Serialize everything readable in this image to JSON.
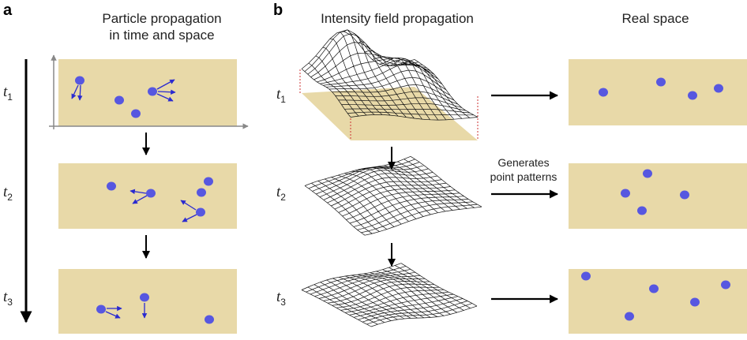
{
  "panel_a": {
    "letter": "a",
    "heading_line1": "Particle propagation",
    "heading_line2": "in time and space"
  },
  "panel_b": {
    "letter": "b",
    "heading_intensity": "Intensity field propagation",
    "heading_real": "Real space",
    "generates_line1": "Generates",
    "generates_line2": "point patterns"
  },
  "time_labels": [
    {
      "symbol": "t",
      "subscript": "1"
    },
    {
      "symbol": "t",
      "subscript": "2"
    },
    {
      "symbol": "t",
      "subscript": "3"
    }
  ],
  "colors": {
    "box_fill": "#e8d9a8",
    "particle": "#5757e0",
    "arrow": "#2a2ad0",
    "axis": "#888888",
    "mesh": "#111111",
    "guide": "#cc3333"
  },
  "icons": {
    "time_arrow": "long-down-arrow",
    "step_arrow": "down-arrow",
    "map_arrow": "right-arrow"
  }
}
